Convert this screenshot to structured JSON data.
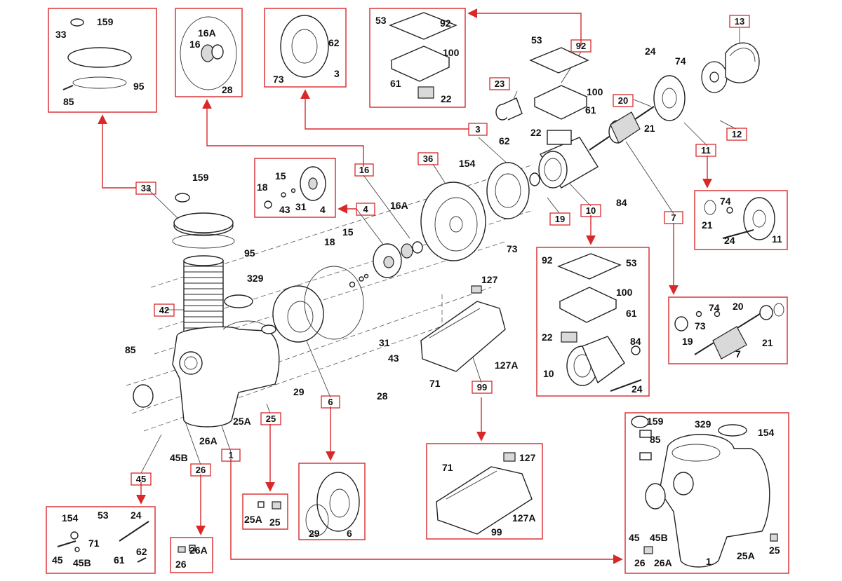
{
  "diagram": {
    "callouts": [
      {
        "id": "c33",
        "text": "33"
      },
      {
        "id": "c16",
        "text": "16"
      },
      {
        "id": "c3",
        "text": "3"
      },
      {
        "id": "c92",
        "text": "92"
      },
      {
        "id": "c23",
        "text": "23"
      },
      {
        "id": "c13",
        "text": "13"
      },
      {
        "id": "c20",
        "text": "20"
      },
      {
        "id": "c12",
        "text": "12"
      },
      {
        "id": "c11",
        "text": "11"
      },
      {
        "id": "c36",
        "text": "36"
      },
      {
        "id": "c4",
        "text": "4"
      },
      {
        "id": "c42",
        "text": "42"
      },
      {
        "id": "c19",
        "text": "19"
      },
      {
        "id": "c10",
        "text": "10"
      },
      {
        "id": "c7",
        "text": "7"
      },
      {
        "id": "c99",
        "text": "99"
      },
      {
        "id": "c6",
        "text": "6"
      },
      {
        "id": "c25",
        "text": "25"
      },
      {
        "id": "c1",
        "text": "1"
      },
      {
        "id": "c45",
        "text": "45"
      },
      {
        "id": "c26",
        "text": "26"
      }
    ],
    "labels": [
      {
        "id": "l159a",
        "text": "159"
      },
      {
        "id": "l33",
        "text": "33"
      },
      {
        "id": "l95a",
        "text": "95"
      },
      {
        "id": "l85a",
        "text": "85"
      },
      {
        "id": "l16A",
        "text": "16A"
      },
      {
        "id": "l16",
        "text": "16"
      },
      {
        "id": "l28a",
        "text": "28"
      },
      {
        "id": "l62a",
        "text": "62"
      },
      {
        "id": "l73a",
        "text": "73"
      },
      {
        "id": "l3a",
        "text": "3"
      },
      {
        "id": "l53a",
        "text": "53"
      },
      {
        "id": "l92a",
        "text": "92"
      },
      {
        "id": "l100a",
        "text": "100"
      },
      {
        "id": "l61a",
        "text": "61"
      },
      {
        "id": "l22a",
        "text": "22"
      },
      {
        "id": "l53b",
        "text": "53"
      },
      {
        "id": "l100b",
        "text": "100"
      },
      {
        "id": "l61b",
        "text": "61"
      },
      {
        "id": "l22b",
        "text": "22"
      },
      {
        "id": "l24a",
        "text": "24"
      },
      {
        "id": "l74a",
        "text": "74"
      },
      {
        "id": "l21a",
        "text": "21"
      },
      {
        "id": "l62b",
        "text": "62"
      },
      {
        "id": "l154a",
        "text": "154"
      },
      {
        "id": "l84a",
        "text": "84"
      },
      {
        "id": "l73b",
        "text": "73"
      },
      {
        "id": "l159b",
        "text": "159"
      },
      {
        "id": "l95b",
        "text": "95"
      },
      {
        "id": "l329a",
        "text": "329"
      },
      {
        "id": "l85b",
        "text": "85"
      },
      {
        "id": "l18a",
        "text": "18"
      },
      {
        "id": "l15a",
        "text": "15"
      },
      {
        "id": "l43a",
        "text": "43"
      },
      {
        "id": "l31a",
        "text": "31"
      },
      {
        "id": "l4a",
        "text": "4"
      },
      {
        "id": "l16Ab",
        "text": "16A"
      },
      {
        "id": "l15b",
        "text": "15"
      },
      {
        "id": "l18b",
        "text": "18"
      },
      {
        "id": "l31b",
        "text": "31"
      },
      {
        "id": "l43b",
        "text": "43"
      },
      {
        "id": "l28b",
        "text": "28"
      },
      {
        "id": "l29a",
        "text": "29"
      },
      {
        "id": "l25Aa",
        "text": "25A"
      },
      {
        "id": "l26Aa",
        "text": "26A"
      },
      {
        "id": "l45Ba",
        "text": "45B"
      },
      {
        "id": "l127a",
        "text": "127"
      },
      {
        "id": "l127Aa",
        "text": "127A"
      },
      {
        "id": "l71a",
        "text": "71"
      },
      {
        "id": "l21b",
        "text": "21"
      },
      {
        "id": "l74b",
        "text": "74"
      },
      {
        "id": "l24b",
        "text": "24"
      },
      {
        "id": "l11a",
        "text": "11"
      },
      {
        "id": "l92b",
        "text": "92"
      },
      {
        "id": "l53c",
        "text": "53"
      },
      {
        "id": "l100c",
        "text": "100"
      },
      {
        "id": "l61c",
        "text": "61"
      },
      {
        "id": "l22c",
        "text": "22"
      },
      {
        "id": "l84b",
        "text": "84"
      },
      {
        "id": "l10a",
        "text": "10"
      },
      {
        "id": "l24c",
        "text": "24"
      },
      {
        "id": "l20a",
        "text": "20"
      },
      {
        "id": "l74c",
        "text": "74"
      },
      {
        "id": "l73c",
        "text": "73"
      },
      {
        "id": "l19a",
        "text": "19"
      },
      {
        "id": "l7a",
        "text": "7"
      },
      {
        "id": "l21c",
        "text": "21"
      },
      {
        "id": "l154b",
        "text": "154"
      },
      {
        "id": "l53d",
        "text": "53"
      },
      {
        "id": "l24d",
        "text": "24"
      },
      {
        "id": "l71b",
        "text": "71"
      },
      {
        "id": "l45a",
        "text": "45"
      },
      {
        "id": "l45Bb",
        "text": "45B"
      },
      {
        "id": "l61d",
        "text": "61"
      },
      {
        "id": "l62c",
        "text": "62"
      },
      {
        "id": "l26Ab",
        "text": "26A"
      },
      {
        "id": "l26a",
        "text": "26"
      },
      {
        "id": "l25Ab",
        "text": "25A"
      },
      {
        "id": "l25a",
        "text": "25"
      },
      {
        "id": "l29b",
        "text": "29"
      },
      {
        "id": "l6a",
        "text": "6"
      },
      {
        "id": "l71c",
        "text": "71"
      },
      {
        "id": "l127b",
        "text": "127"
      },
      {
        "id": "l99a",
        "text": "99"
      },
      {
        "id": "l127Ab",
        "text": "127A"
      },
      {
        "id": "l159c",
        "text": "159"
      },
      {
        "id": "l85c",
        "text": "85"
      },
      {
        "id": "l329b",
        "text": "329"
      },
      {
        "id": "l154c",
        "text": "154"
      },
      {
        "id": "l45b",
        "text": "45"
      },
      {
        "id": "l45Bc",
        "text": "45B"
      },
      {
        "id": "l26b",
        "text": "26"
      },
      {
        "id": "l26Ac",
        "text": "26A"
      },
      {
        "id": "l1a",
        "text": "1"
      },
      {
        "id": "l25Ac",
        "text": "25A"
      },
      {
        "id": "l25b",
        "text": "25"
      }
    ]
  },
  "colors": {
    "accent": "#d8282a",
    "ink": "#222222"
  }
}
